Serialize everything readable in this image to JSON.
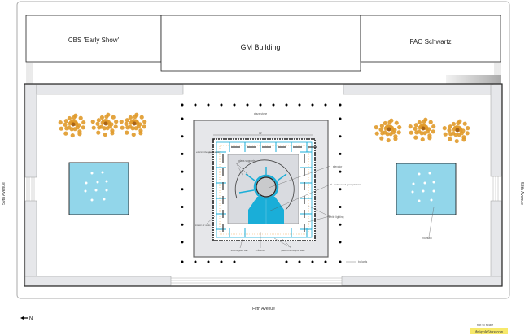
{
  "buildings": {
    "cbs": "CBS 'Early Show'",
    "gm": "GM Building",
    "fao": "FAO Schwartz"
  },
  "streets": {
    "left": "59th Avenue",
    "right": "58th Avenue",
    "bottom": "Fifth Avenue"
  },
  "labels": {
    "plaza_stone": "plaza stone",
    "dimension": "32'",
    "exterior_glass_panels": "exterior rolled glass panels",
    "glass_supports": "glass supports",
    "elevator": "elevator",
    "cantilevered_platform": "cantilevered glass platform",
    "white_lighting": "white lighting",
    "interior_air_vents": "interior air vents",
    "exterior_glass_wall": "exterior glass wall",
    "entrance": "entrance",
    "cross_support_walls": "glass cross-support walls",
    "bollards": "bollards",
    "fountain": "fountain"
  },
  "compass": "N",
  "note": "not to scale",
  "credit": "ifoAppleStore.com",
  "colors": {
    "water": "#92d6ea",
    "glass_blue": "#1aaed8",
    "tree": "#e09a2a",
    "wall_grey": "#e6e7ea",
    "credit_bg": "#f7e96a"
  }
}
